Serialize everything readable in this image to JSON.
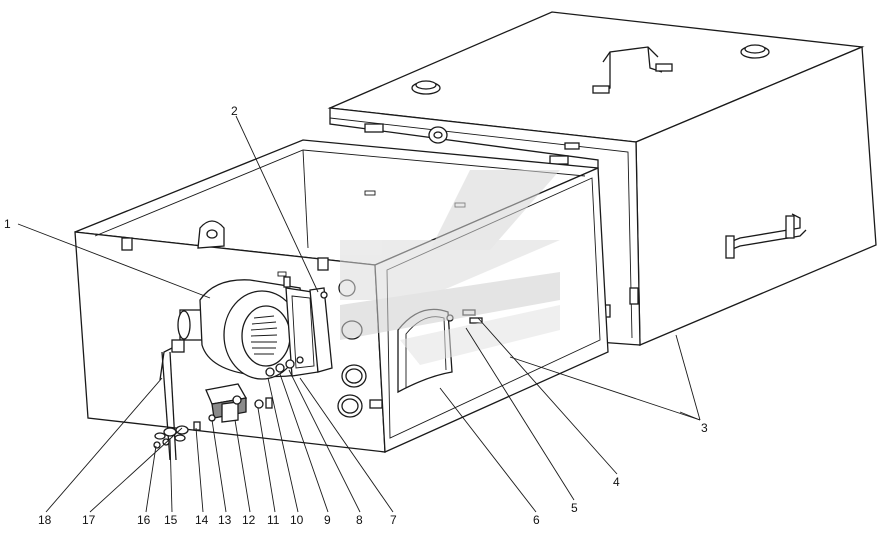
{
  "callouts": [
    {
      "id": "c1",
      "label": "1"
    },
    {
      "id": "c2",
      "label": "2"
    },
    {
      "id": "c3",
      "label": "3"
    },
    {
      "id": "c4",
      "label": "4"
    },
    {
      "id": "c5",
      "label": "5"
    },
    {
      "id": "c6",
      "label": "6"
    },
    {
      "id": "c7",
      "label": "7"
    },
    {
      "id": "c8",
      "label": "8"
    },
    {
      "id": "c9",
      "label": "9"
    },
    {
      "id": "c10",
      "label": "10"
    },
    {
      "id": "c11",
      "label": "11"
    },
    {
      "id": "c12",
      "label": "12"
    },
    {
      "id": "c13",
      "label": "13"
    },
    {
      "id": "c14",
      "label": "14"
    },
    {
      "id": "c15",
      "label": "15"
    },
    {
      "id": "c16",
      "label": "16"
    },
    {
      "id": "c17",
      "label": "17"
    },
    {
      "id": "c18",
      "label": "18"
    }
  ],
  "colors": {
    "line": "#1a1a1a",
    "watermark_light": "#e4e4e4",
    "watermark_dark": "#cfcfcf"
  }
}
